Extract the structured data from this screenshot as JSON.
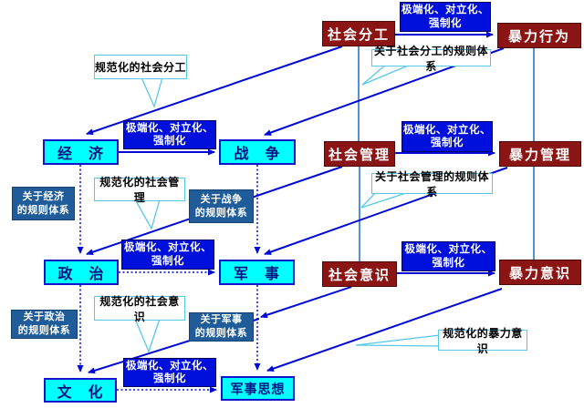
{
  "diagram_title": "",
  "nodes": {
    "social_division": "社会分工",
    "violence_behavior": "暴力行为",
    "economy": "经　济",
    "war": "战　争",
    "social_management": "社会管理",
    "violence_management": "暴力管理",
    "politics": "政　治",
    "military": "军　事",
    "social_consciousness": "社会意识",
    "violence_consciousness": "暴力意识",
    "culture": "文　化",
    "military_thought": "军事思想"
  },
  "process": {
    "line1": "极端化、对立化、",
    "line2": "强制化"
  },
  "callouts": {
    "normalized_social_division": "规范化的社会分工",
    "rules_about_social_division": "关于社会分工的规则体系",
    "normalized_social_management": "规范化的社会管理",
    "rules_about_social_management": "关于社会管理的规则体系",
    "normalized_social_consciousness": "规范化的社会意识",
    "normalized_violence_consciousness": "规范化的暴力意识"
  },
  "rule_labels": {
    "economy": {
      "line1": "关于经济",
      "line2": "的规则体系"
    },
    "war": {
      "line1": "关于战争",
      "line2": "的规则体系"
    },
    "politics": {
      "line1": "关于政治",
      "line2": "的规则体系"
    },
    "military": {
      "line1": "关于军事",
      "line2": "的规则体系"
    }
  },
  "colors": {
    "node_red_bg": "#8B1414",
    "node_cyan_bg": "#00FFFF",
    "process_blue_bg": "#0010DC",
    "rule_box_bg": "#1F5C99",
    "connector_blue": "#0008D6",
    "callout_border": "#55C8E8"
  }
}
